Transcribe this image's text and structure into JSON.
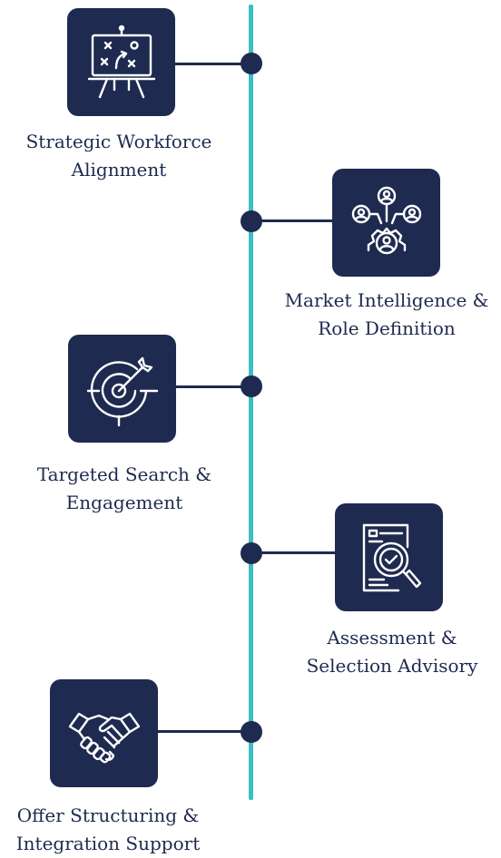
{
  "steps": [
    {
      "icon": "strategy-board-icon",
      "label_line1": "Strategic Workforce",
      "label_line2": "Alignment"
    },
    {
      "icon": "network-people-icon",
      "label_line1": "Market Intelligence &",
      "label_line2": "Role Definition"
    },
    {
      "icon": "target-arrow-icon",
      "label_line1": "Targeted Search &",
      "label_line2": "Engagement"
    },
    {
      "icon": "document-magnifier-icon",
      "label_line1": "Assessment &",
      "label_line2": "Selection Advisory"
    },
    {
      "icon": "handshake-icon",
      "label_line1": "Offer Structuring &",
      "label_line2": "Integration Support"
    }
  ],
  "colors": {
    "navy": "#1e2a4f",
    "teal": "#3dbdc5"
  }
}
